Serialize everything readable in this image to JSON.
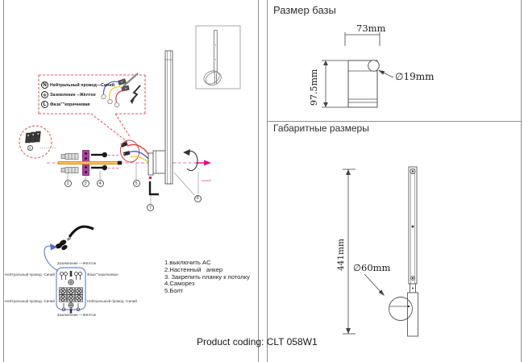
{
  "sheet": {
    "product_coding": "Product coding: CLT 058W1"
  },
  "right_top_panel": {
    "title": "Размер базы",
    "width_dim": "73mm",
    "height_dim": "97.5mm",
    "knob_dim": "∅19mm"
  },
  "right_bottom_panel": {
    "title": "Габаритные размеры",
    "height_dim": "441mm",
    "ring_dim": "∅60mm"
  },
  "legend_box": {
    "rows": [
      {
        "symbol": "N",
        "label": "Нейтральный провод—Синий"
      },
      {
        "symbol": "⏚",
        "label": "Заземление --Жёлтое"
      },
      {
        "symbol": "L",
        "label": "Фаза\"\"коричневая"
      }
    ]
  },
  "terminal_diagram": {
    "top_ground": "Заземление —Жёлтое",
    "left_top": "Нейтральный провод -Синий",
    "right_top": "Фаза\"\"коричневая",
    "left_bottom": "Нейтральный провод -Синий",
    "right_bottom": "Нейтральный провод -Синий",
    "bottom_ground": "Заземление —Жёлтое"
  },
  "steps": [
    "1.выключить AC",
    "2.Настенный   анкер",
    "3. Закрепить планку к потолку",
    "4.Саморез",
    "5.Болт"
  ],
  "part_numbers": {
    "p1": "1",
    "p2": "2",
    "p3": "3",
    "p4": "4",
    "p5": "5",
    "p6": "6",
    "p7": "7"
  }
}
